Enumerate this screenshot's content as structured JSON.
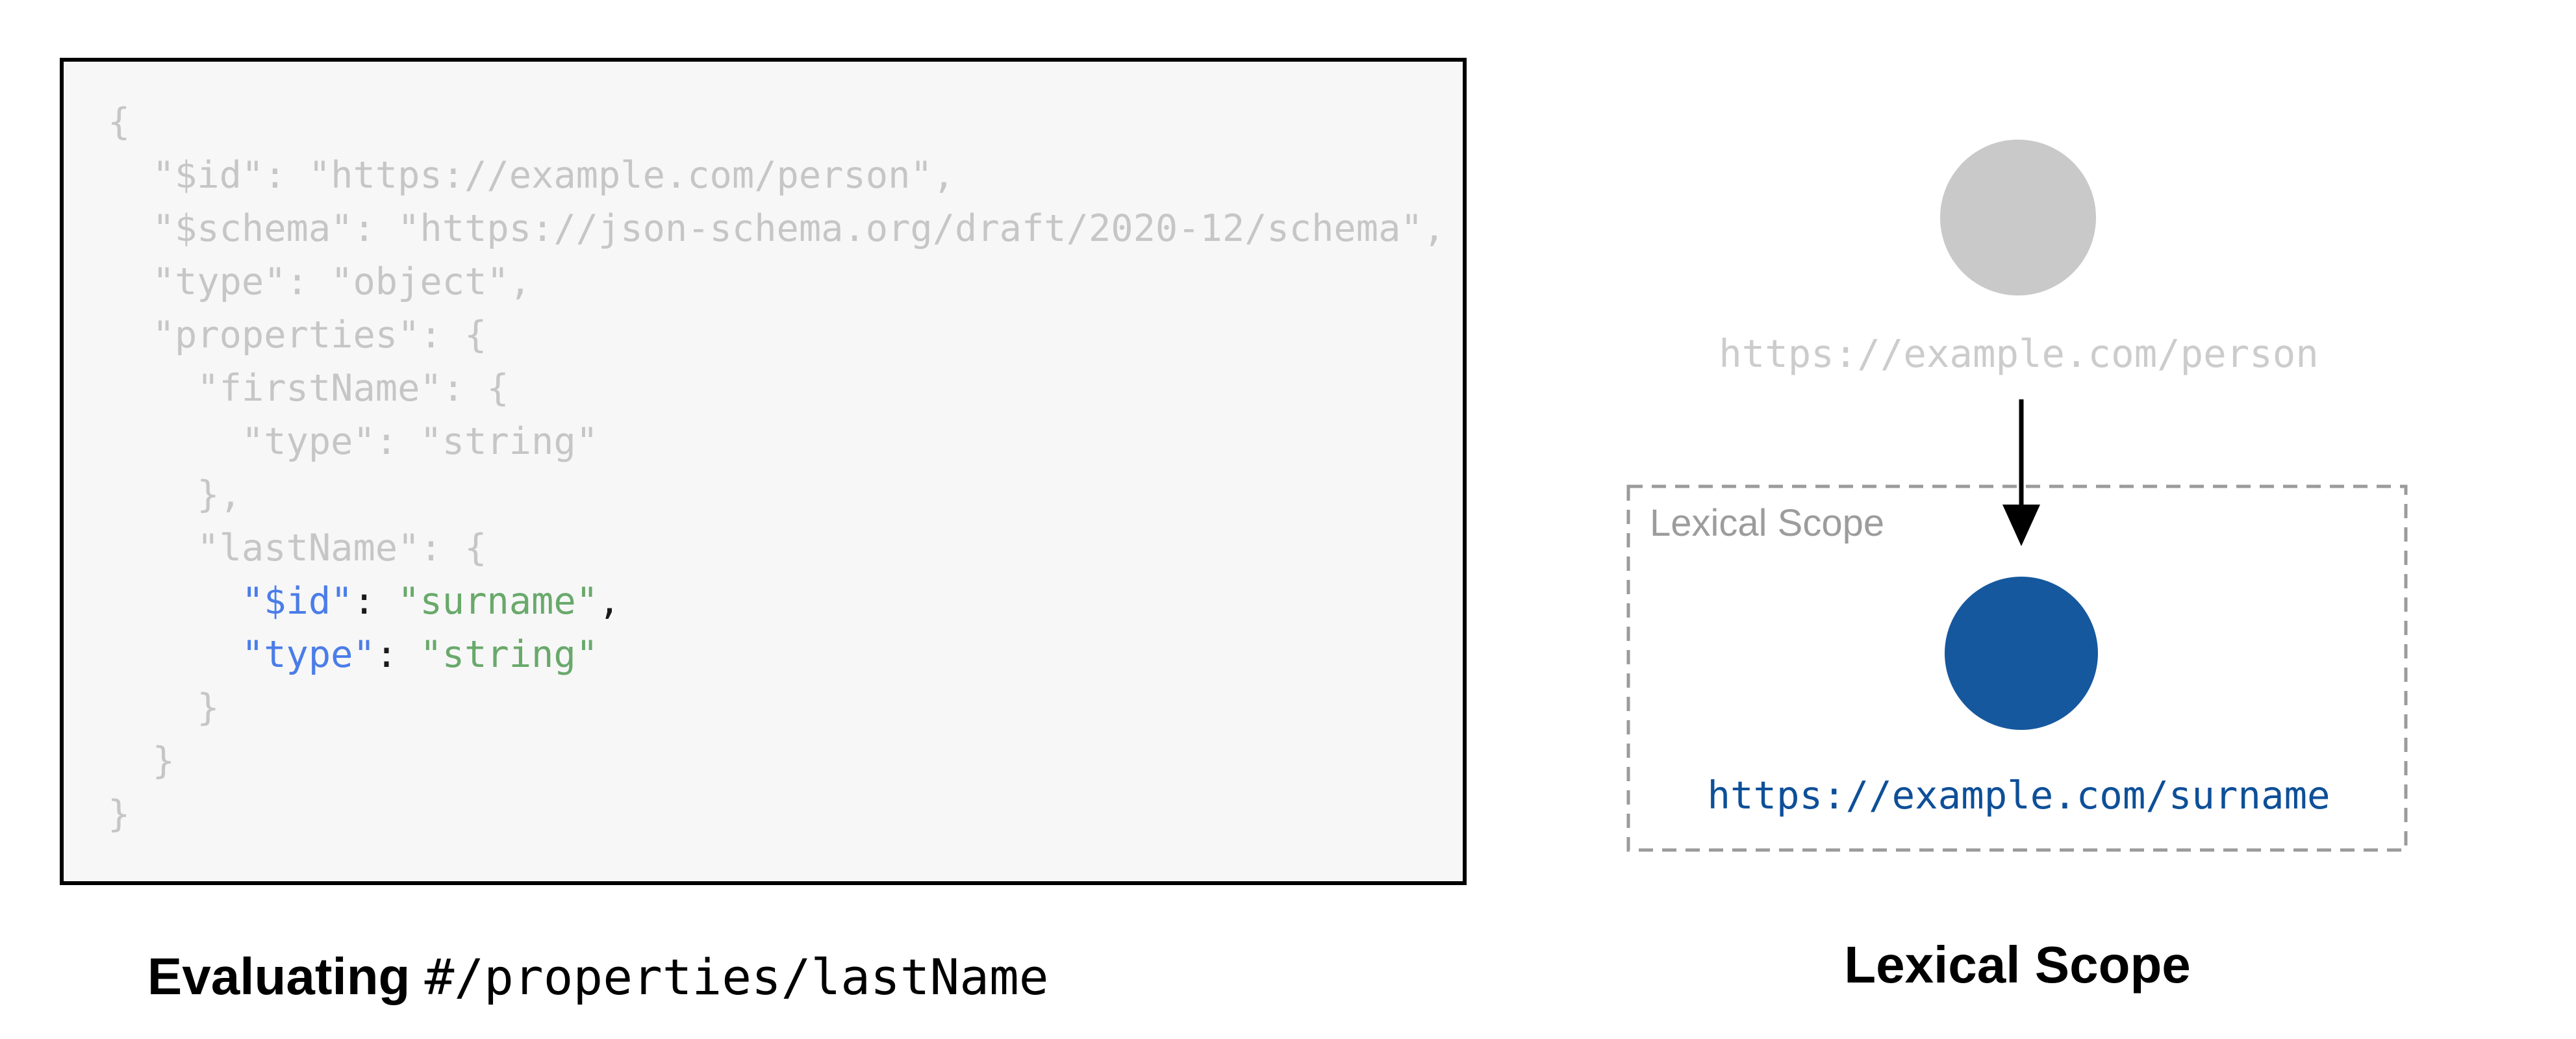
{
  "colors": {
    "code_muted": "#c6c6c6",
    "key_blue": "#4a7de8",
    "string_green": "#69a96b",
    "gray_node": "#c9c9c9",
    "gray_label": "#cccccc",
    "blue_node": "#16589e",
    "blue_label": "#0e4f98",
    "dashed_border": "#9b9b9b",
    "scope_label_color": "#9c9c9c",
    "arrow_color": "#000000"
  },
  "code_panel": {
    "lines": [
      {
        "segments": [
          {
            "t": "{",
            "c": "muted"
          }
        ]
      },
      {
        "segments": [
          {
            "t": "  \"$id\": \"https://example.com/person\",",
            "c": "muted"
          }
        ]
      },
      {
        "segments": [
          {
            "t": "  \"$schema\": \"https://json-schema.org/draft/2020-12/schema\",",
            "c": "muted"
          }
        ]
      },
      {
        "segments": [
          {
            "t": "  \"type\": \"object\",",
            "c": "muted"
          }
        ]
      },
      {
        "segments": [
          {
            "t": "  \"properties\": {",
            "c": "muted"
          }
        ]
      },
      {
        "segments": [
          {
            "t": "    \"firstName\": {",
            "c": "muted"
          }
        ]
      },
      {
        "segments": [
          {
            "t": "      \"type\": \"string\"",
            "c": "muted"
          }
        ]
      },
      {
        "segments": [
          {
            "t": "    },",
            "c": "muted"
          }
        ]
      },
      {
        "segments": [
          {
            "t": "    \"lastName\": {",
            "c": "muted"
          }
        ]
      },
      {
        "segments": [
          {
            "t": "      ",
            "c": "muted"
          },
          {
            "t": "\"$id\"",
            "c": "key"
          },
          {
            "t": ": ",
            "c": "plain"
          },
          {
            "t": "\"surname\"",
            "c": "str"
          },
          {
            "t": ",",
            "c": "plain"
          }
        ]
      },
      {
        "segments": [
          {
            "t": "      ",
            "c": "muted"
          },
          {
            "t": "\"type\"",
            "c": "key"
          },
          {
            "t": ": ",
            "c": "plain"
          },
          {
            "t": "\"string\"",
            "c": "str"
          }
        ]
      },
      {
        "segments": [
          {
            "t": "    }",
            "c": "muted"
          }
        ]
      },
      {
        "segments": [
          {
            "t": "  }",
            "c": "muted"
          }
        ]
      },
      {
        "segments": [
          {
            "t": "}",
            "c": "muted"
          }
        ]
      }
    ],
    "caption_bold": "Evaluating ",
    "caption_mono": "#/properties/lastName"
  },
  "diagram": {
    "person_uri": "https://example.com/person",
    "scope_label": "Lexical Scope",
    "surname_uri": "https://example.com/surname",
    "caption": "Lexical Scope"
  }
}
